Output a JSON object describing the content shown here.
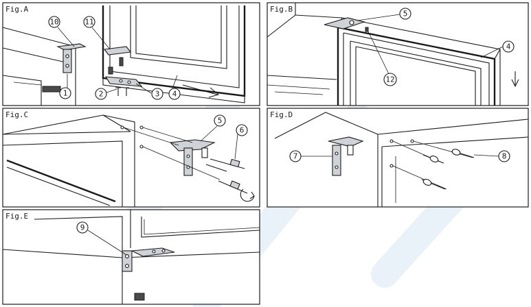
{
  "figures": [
    {
      "id": "A",
      "label": "Fig.A",
      "callouts": [
        "10",
        "11",
        "1",
        "2",
        "3",
        "4"
      ]
    },
    {
      "id": "B",
      "label": "Fig.B",
      "callouts": [
        "5",
        "4",
        "12"
      ]
    },
    {
      "id": "C",
      "label": "Fig.C",
      "callouts": [
        "5",
        "6"
      ]
    },
    {
      "id": "D",
      "label": "Fig.D",
      "callouts": [
        "7",
        "8"
      ]
    },
    {
      "id": "E",
      "label": "Fig.E",
      "callouts": [
        "9"
      ]
    }
  ],
  "colors": {
    "line": "#1a1a1a",
    "metal": "#cfd3d8",
    "watermark": "#d7e8f4"
  }
}
